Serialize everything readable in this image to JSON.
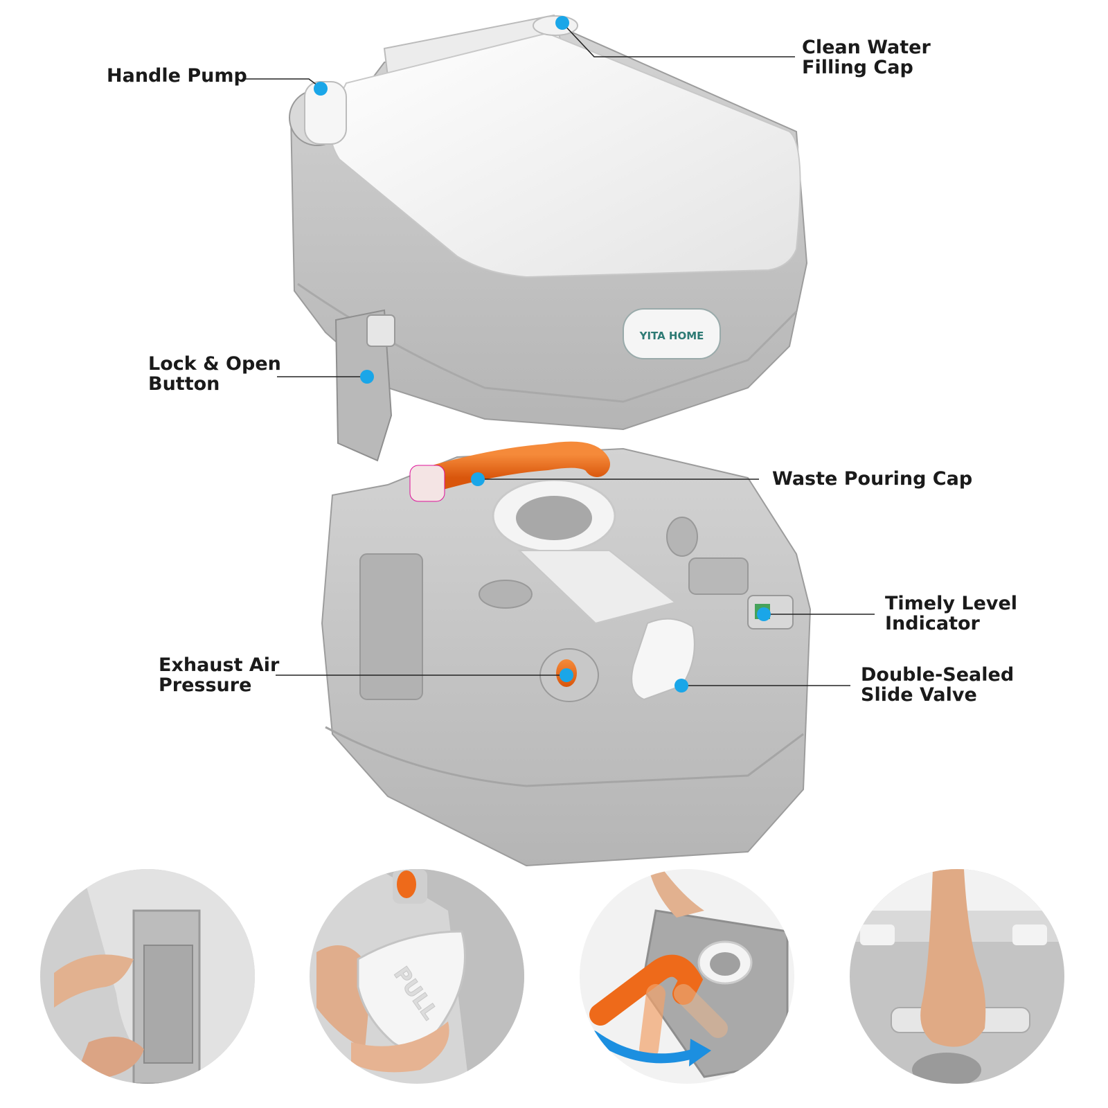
{
  "brand": {
    "logo_text": "YITA HOME"
  },
  "colors": {
    "dot": "#1aa6e8",
    "leader": "#222222",
    "body_gray": "#c3c3c3",
    "lid_white": "#f3f3f3",
    "accent_orange": "#ee6a1a",
    "arrow_blue": "#1c8fe0"
  },
  "callouts": {
    "clean_water": {
      "line1": "Clean Water",
      "line2": "Filling Cap"
    },
    "handle_pump": {
      "line1": "Handle Pump"
    },
    "lock_open": {
      "line1": "Lock & Open",
      "line2": "Button"
    },
    "waste_pour": {
      "line1": "Waste Pouring Cap"
    },
    "level_indicator": {
      "line1": "Timely Level",
      "line2": "Indicator"
    },
    "exhaust_air": {
      "line1": "Exhaust Air",
      "line2": "Pressure"
    },
    "slide_valve": {
      "line1": "Double-Sealed",
      "line2": "Slide Valve"
    }
  },
  "thumbnails": [
    {
      "icon": "hand-pressing-latch"
    },
    {
      "icon": "hand-pulling-valve",
      "valve_text": "PULL"
    },
    {
      "icon": "rotating-spout"
    },
    {
      "icon": "hand-carrying-handle"
    }
  ]
}
